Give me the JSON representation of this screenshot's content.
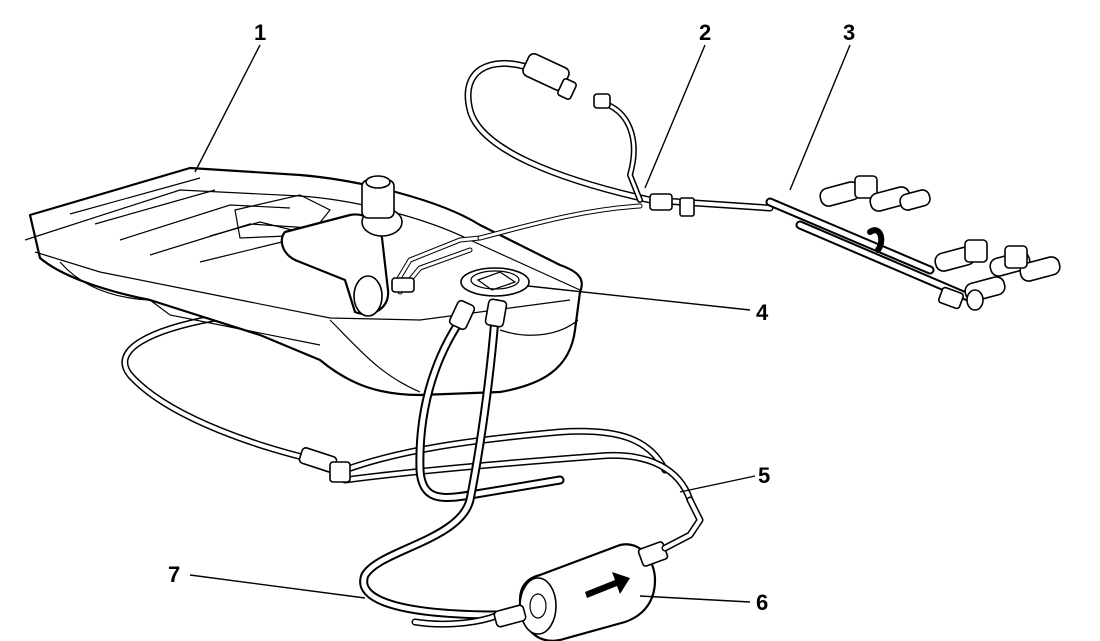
{
  "figure": {
    "callouts": [
      {
        "id": "1",
        "label": "1"
      },
      {
        "id": "2",
        "label": "2"
      },
      {
        "id": "3",
        "label": "3"
      },
      {
        "id": "4",
        "label": "4"
      },
      {
        "id": "5",
        "label": "5"
      },
      {
        "id": "6",
        "label": "6"
      },
      {
        "id": "7",
        "label": "7"
      }
    ]
  }
}
